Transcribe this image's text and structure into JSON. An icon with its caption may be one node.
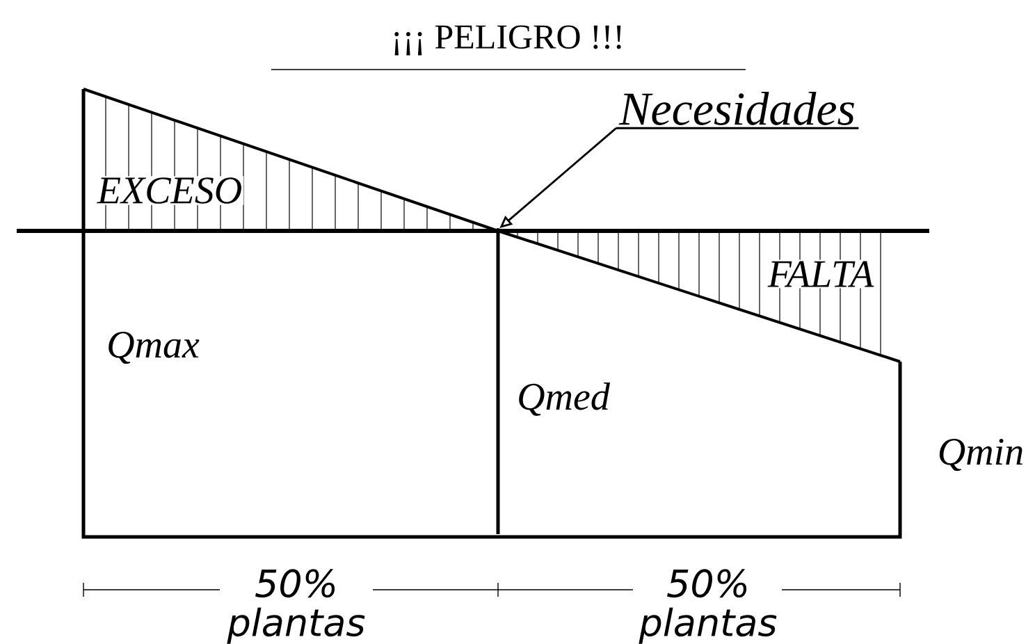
{
  "diagram": {
    "title": "¡¡¡ PELIGRO !!!",
    "nodes": [
      {
        "text": [
          "Necesidades"
        ]
      },
      {
        "text": [],
        "shape": "point"
      }
    ],
    "edges": [
      {
        "from": 0,
        "to": 1,
        "arrow": "to"
      }
    ],
    "labels": [
      "EXCESO",
      "FALTA",
      "Qmax",
      "Qmed",
      "Qmin",
      "50% plantas",
      "50% plantas"
    ]
  }
}
